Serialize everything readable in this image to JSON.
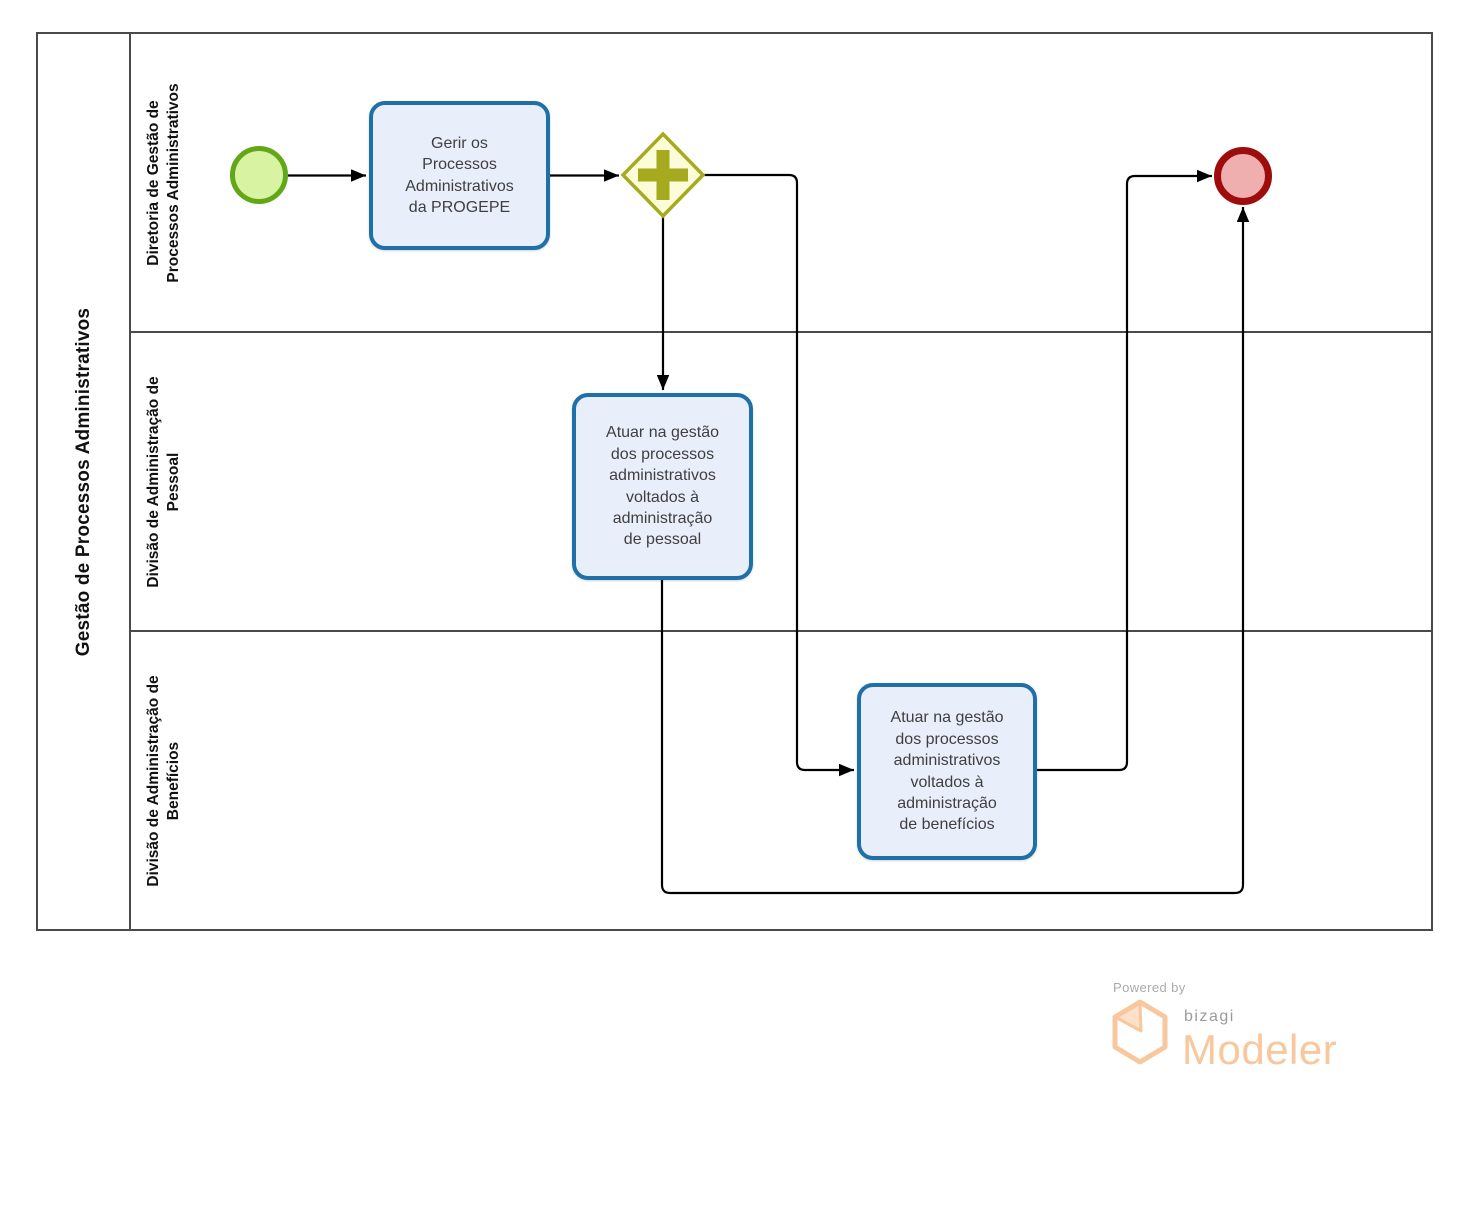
{
  "pool": {
    "title": "Gestão de Processos Administrativos",
    "lanes": [
      {
        "label": "Diretoria de Gestão de\nProcessos Administrativos"
      },
      {
        "label": "Divisão de Administração de\nPessoal"
      },
      {
        "label": "Divisão de Administração de\nBenefícios"
      }
    ]
  },
  "nodes": {
    "start_event": {
      "type": "start-event"
    },
    "task_gerir": {
      "label": "Gerir os\nProcessos\nAdministrativos\nda PROGEPE"
    },
    "gateway_parallel": {
      "type": "parallel-gateway"
    },
    "task_pessoal": {
      "label": "Atuar na gestão\ndos processos\nadministrativos\nvoltados à\nadministração\nde pessoal"
    },
    "task_beneficios": {
      "label": "Atuar na gestão\ndos processos\nadministrativos\nvoltados à\nadministração\nde benefícios"
    },
    "end_event": {
      "type": "end-event"
    }
  },
  "colors": {
    "task_border": "#1F70A8",
    "task_fill": "#E9EEFB",
    "start_border": "#62A716",
    "start_fill": "#D8F3A1",
    "gateway_border": "#A6AA1E",
    "gateway_fill": "#FCFCD9",
    "gateway_plus": "#A6AA1E",
    "end_border": "#9E0D0D",
    "end_fill": "#EFAFAF",
    "lane_border": "#4A4A4A",
    "flow_line": "#000000",
    "brand_peach": "#F8C79E",
    "brand_gray": "#9B9B9B"
  },
  "footer": {
    "powered_by": "Powered by",
    "brand": "bizagi",
    "product": "Modeler"
  }
}
